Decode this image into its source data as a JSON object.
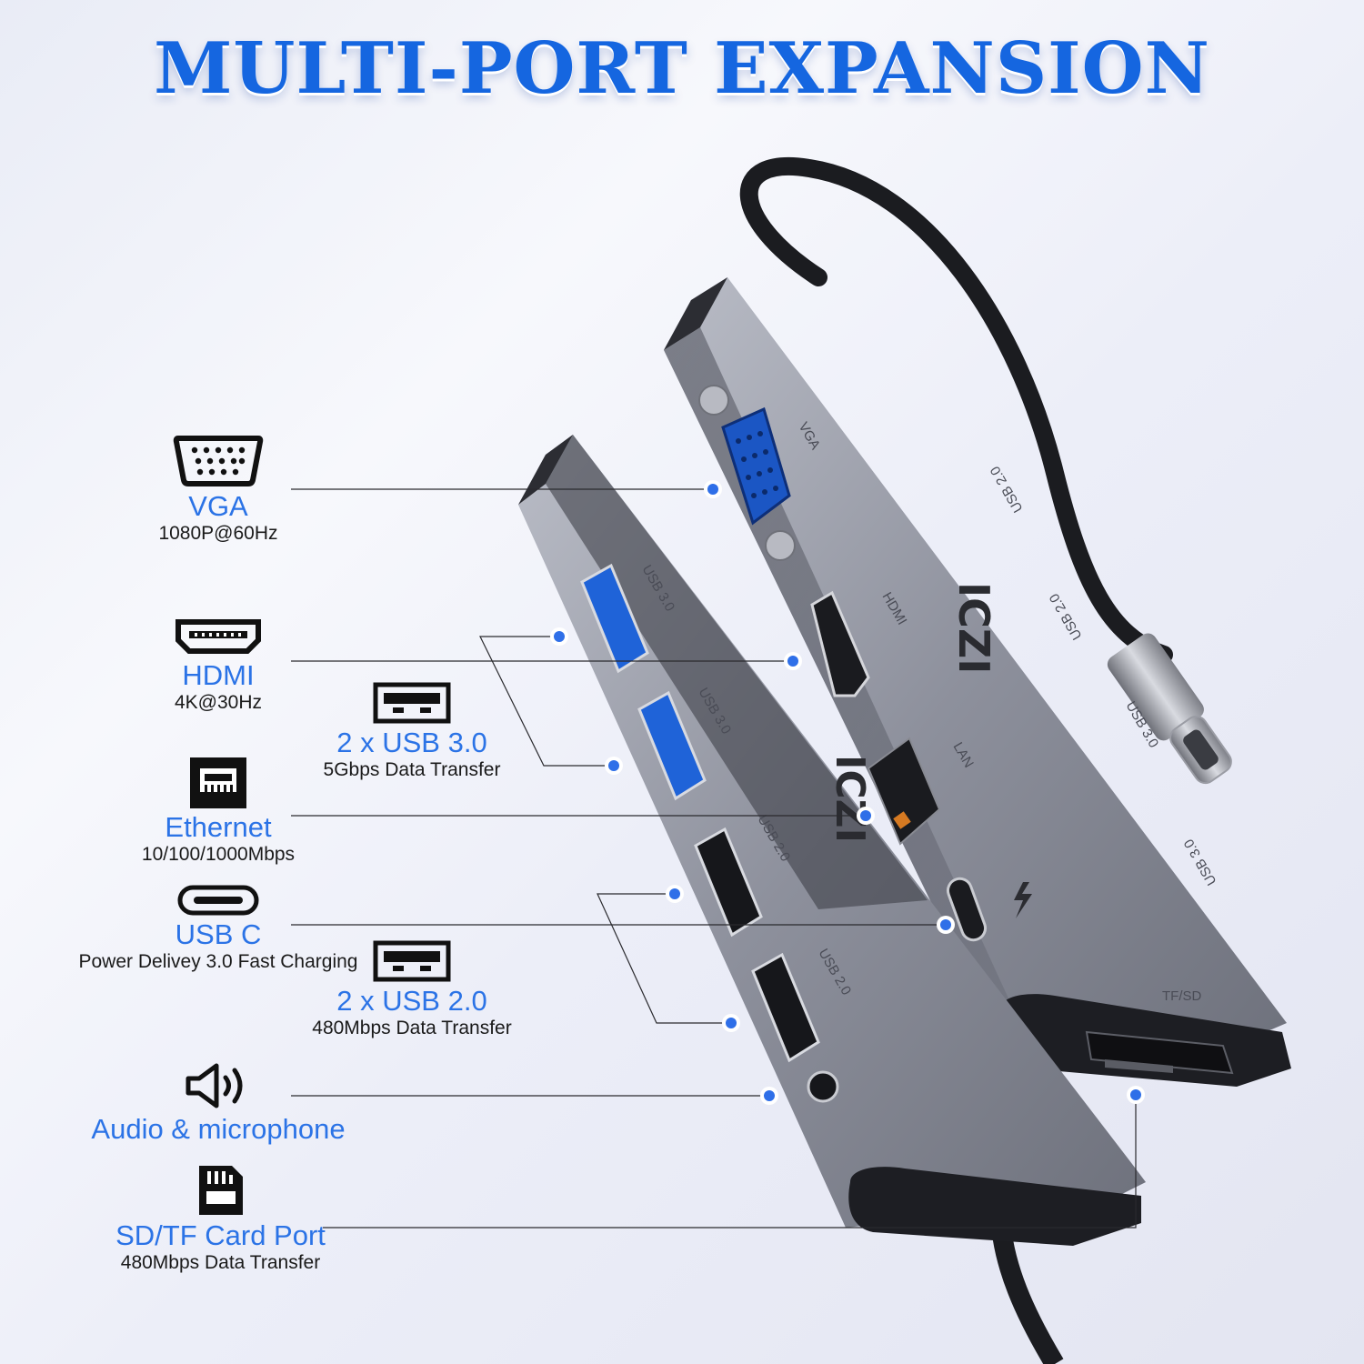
{
  "title": "MULTI-PORT EXPANSION",
  "features": {
    "vga": {
      "name": "VGA",
      "spec": "1080P@60Hz",
      "icon": "vga-icon"
    },
    "hdmi": {
      "name": "HDMI",
      "spec": "4K@30Hz",
      "icon": "hdmi-icon"
    },
    "usb30": {
      "name": "2 x USB 3.0",
      "spec": "5Gbps Data Transfer",
      "icon": "usb-a-icon"
    },
    "ethernet": {
      "name": "Ethernet",
      "spec": "10/100/1000Mbps",
      "icon": "ethernet-icon"
    },
    "usbc": {
      "name": "USB C",
      "spec": "Power Delivey 3.0 Fast Charging",
      "icon": "usb-c-icon"
    },
    "usb20": {
      "name": "2 x USB 2.0",
      "spec": "480Mbps Data Transfer",
      "icon": "usb-a-icon"
    },
    "audio": {
      "name": "Audio & microphone",
      "icon": "speaker-icon"
    },
    "sd": {
      "name": "SD/TF Card Port",
      "spec": "480Mbps Data Transfer",
      "icon": "sd-card-icon"
    }
  },
  "device": {
    "brand": "ICZI",
    "port_labels": {
      "vga": "VGA",
      "hdmi": "HDMI",
      "lan": "LAN",
      "usb30_a": "USB 3.0",
      "usb30_b": "USB 3.0",
      "usb20_a": "USB 2.0",
      "usb20_b": "USB 2.0",
      "tfsd": "TF/SD",
      "top_usb20_a": "USB 2.0",
      "top_usb20_b": "USB 2.0",
      "top_usb30_a": "USB 3.0",
      "top_usb30_b": "USB 3.0"
    }
  },
  "colors": {
    "accent": "#2b73e6",
    "title": "#1566e0",
    "dot": "#2f6fe8"
  }
}
